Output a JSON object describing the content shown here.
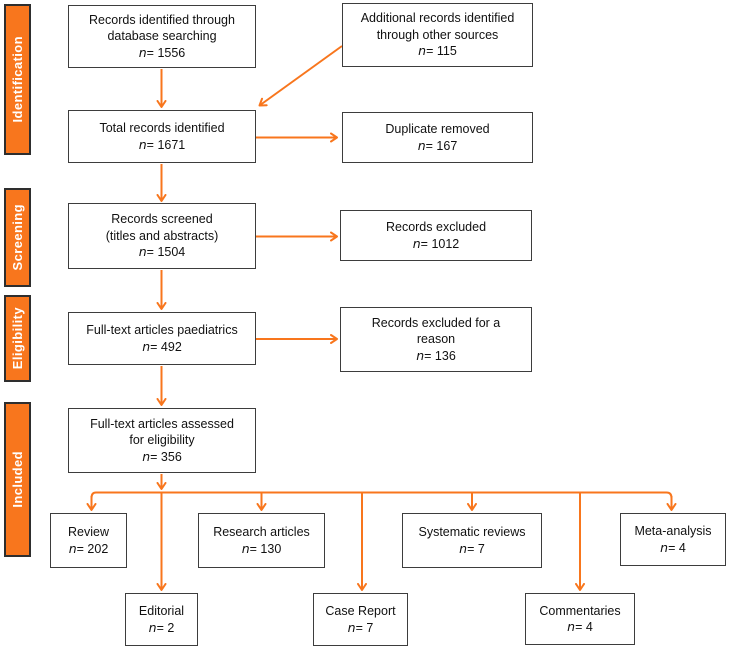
{
  "colors": {
    "accent": "#f8761d",
    "box_border": "#3d3d3d",
    "stage_text": "#ffffff",
    "text": "#111111",
    "background": "#ffffff"
  },
  "n_symbol": "n",
  "stages": [
    {
      "label": "Identification"
    },
    {
      "label": "Screening"
    },
    {
      "label": "Eligibility"
    },
    {
      "label": "Included"
    }
  ],
  "boxes": {
    "db_search": {
      "lines": [
        "Records identified through",
        "database searching"
      ],
      "count": "= 1556"
    },
    "additional": {
      "lines": [
        "Additional records identified",
        "through other sources"
      ],
      "count": "= 115"
    },
    "total": {
      "lines": [
        "Total records identified"
      ],
      "count": "= 1671"
    },
    "duplicate": {
      "lines": [
        "Duplicate removed"
      ],
      "count": "= 167"
    },
    "screened": {
      "lines": [
        "Records screened",
        "(titles and abstracts)"
      ],
      "count": "= 1504"
    },
    "excluded": {
      "lines": [
        "Records excluded"
      ],
      "count": "= 1012"
    },
    "paediatrics": {
      "lines": [
        "Full-text articles paediatrics"
      ],
      "count": "= 492"
    },
    "excluded_reason": {
      "lines": [
        "Records excluded for a",
        "reason"
      ],
      "count": "= 136"
    },
    "assessed": {
      "lines": [
        "Full-text articles assessed",
        "for eligibility"
      ],
      "count": "= 356"
    },
    "review": {
      "lines": [
        "Review"
      ],
      "count": "= 202"
    },
    "research": {
      "lines": [
        "Research articles"
      ],
      "count": "= 130"
    },
    "systematic": {
      "lines": [
        "Systematic reviews"
      ],
      "count": "= 7"
    },
    "meta": {
      "lines": [
        "Meta-analysis"
      ],
      "count": "= 4"
    },
    "editorial": {
      "lines": [
        "Editorial"
      ],
      "count": "= 2"
    },
    "case_report": {
      "lines": [
        "Case Report"
      ],
      "count": "= 7"
    },
    "commentaries": {
      "lines": [
        "Commentaries"
      ],
      "count": "= 4"
    }
  }
}
